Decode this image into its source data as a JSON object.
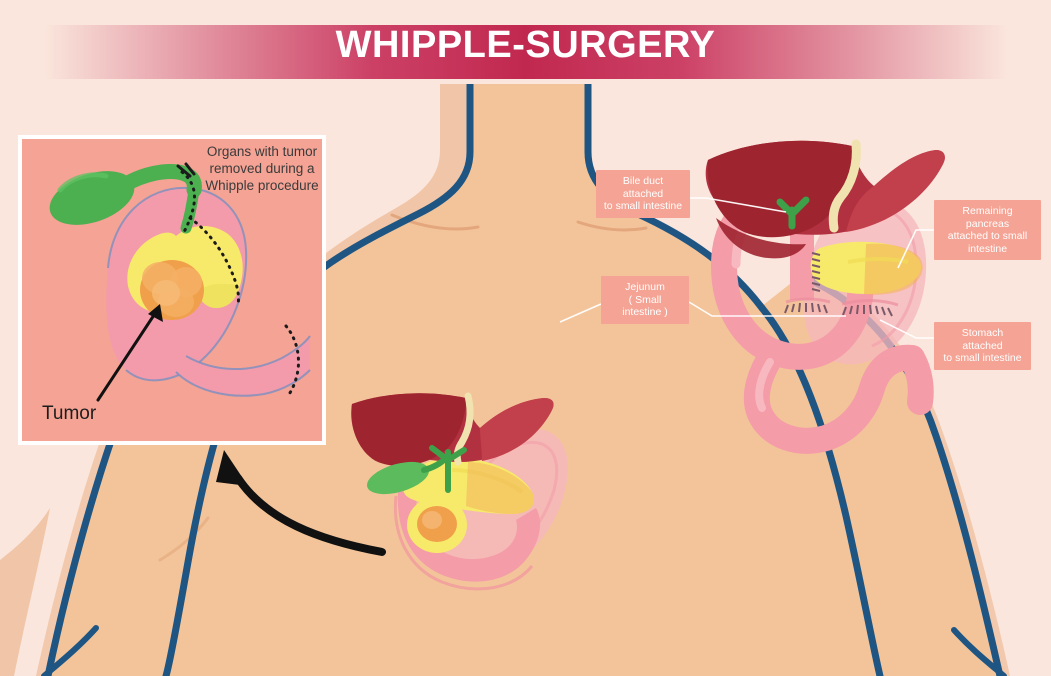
{
  "title": {
    "text": "WHIPPLE-SURGERY",
    "color": "#c8325c"
  },
  "background": {
    "page_color": "#fae6dc",
    "skin_color": "#f3c49a",
    "skin_shadow": "#e9ab7d",
    "outline_color": "#1f5582"
  },
  "inset_panel": {
    "caption": "Organs with tumor\nremoved during a\nWhipple procedure",
    "tumor_label": "Tumor",
    "panel_color": "#f4a394",
    "border_color": "#ffffff",
    "organs": {
      "gallbladder": "#4caf50",
      "pancreas": "#f7ea6a",
      "tumor": "#f0a04b",
      "stomach": "#f49bab",
      "cut_line": "#1b1b1b"
    }
  },
  "callouts": [
    {
      "id": "bile-duct",
      "text": "Bile duct attached\nto small intestine",
      "color": "#f4a394"
    },
    {
      "id": "jejunum",
      "text": "Jejunum\n( Small intestine )",
      "color": "#f4a394"
    },
    {
      "id": "remaining-pancreas",
      "text": "Remaining pancreas\nattached to small\nintestine",
      "color": "#f4a394"
    },
    {
      "id": "stomach",
      "text": "Stomach attached\nto small intestine",
      "color": "#f4a394"
    }
  ],
  "anatomy_colors": {
    "liver_dark": "#9e2430",
    "liver_mid": "#b23140",
    "liver_light": "#c2404c",
    "ligament": "#f0e3b0",
    "bile_duct_green": "#3ea049",
    "gallbladder_green": "#5cbb5c",
    "intestine_pink": "#f49ca8",
    "intestine_light": "#f8b8bf",
    "stomach_translucent": "#f6b7bd",
    "pancreas_yellow": "#f7ea6a",
    "pancreas_overlap": "#f3b25c",
    "suture": "#7b5a68",
    "connector_line": "#ffffff",
    "arrow": "#111111"
  }
}
